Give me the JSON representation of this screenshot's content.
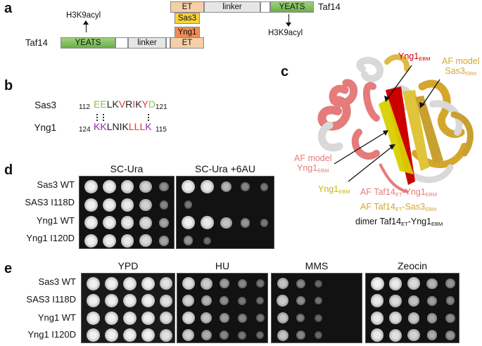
{
  "panels": {
    "a": "a",
    "b": "b",
    "c": "c",
    "d": "d",
    "e": "e"
  },
  "panel_a": {
    "top": {
      "et": "ET",
      "linker": "linker",
      "yeats": "YEATS",
      "name": "Taf14",
      "sas3": "Sas3",
      "yng1": "Yng1",
      "mod": "H3K9acyl"
    },
    "bottom": {
      "name": "Taf14",
      "yeats": "YEATS",
      "linker": "linker",
      "et": "ET",
      "mod": "H3K9acyl"
    }
  },
  "panel_b": {
    "rows": [
      {
        "name": "Sas3",
        "start": "112",
        "end": "121",
        "residues": [
          {
            "r": "E",
            "c": "#8bc34a"
          },
          {
            "r": "E",
            "c": "#8bc34a"
          },
          {
            "r": "L",
            "c": "#222"
          },
          {
            "r": "K",
            "c": "#222"
          },
          {
            "r": "V",
            "c": "#e53935"
          },
          {
            "r": "R",
            "c": "#222"
          },
          {
            "r": "I",
            "c": "#e53935"
          },
          {
            "r": "K",
            "c": "#222"
          },
          {
            "r": "Y",
            "c": "#e53935"
          },
          {
            "r": "D",
            "c": "#8bc34a"
          }
        ]
      },
      {
        "name": "Yng1",
        "start": "124",
        "end": "115",
        "residues": [
          {
            "r": "K",
            "c": "#9c27b0"
          },
          {
            "r": "K",
            "c": "#9c27b0"
          },
          {
            "r": "L",
            "c": "#222"
          },
          {
            "r": "N",
            "c": "#222"
          },
          {
            "r": "I",
            "c": "#222"
          },
          {
            "r": "K",
            "c": "#222"
          },
          {
            "r": "L",
            "c": "#e53935"
          },
          {
            "r": "L",
            "c": "#e53935"
          },
          {
            "r": "L",
            "c": "#e53935"
          },
          {
            "r": "K",
            "c": "#9c27b0"
          }
        ]
      }
    ]
  },
  "panel_c": {
    "labels": {
      "yng1_ebm_top": "Yng1",
      "ebm": "EBM",
      "af_model_right": "AF model",
      "sas3_ebm": "Sas3",
      "af_model_left": "AF model",
      "yng1_ebm_left": "Yng1",
      "yng1_ebm_bottom": "Yng1",
      "legend1_a": "AF Taf14",
      "et": "ET",
      "legend1_b": "-Yng1",
      "legend2_a": "AF Taf14",
      "legend2_b": "-Sas3",
      "legend3_a": "dimer Taf14",
      "legend3_b": "-Yng1"
    },
    "colors": {
      "salmon": "#e57b7b",
      "gold": "#d4a72c",
      "red": "#cc0000",
      "yellow": "#d8d000"
    }
  },
  "panel_d": {
    "headers": [
      "SC-Ura",
      "SC-Ura +6AU"
    ],
    "rows": [
      "Sas3 WT",
      "SAS3 I118D",
      "Yng1 WT",
      "Yng1 I120D"
    ]
  },
  "panel_e": {
    "headers": [
      "YPD",
      "HU",
      "MMS",
      "Zeocin"
    ],
    "rows": [
      "Sas3 WT",
      "SAS3 I118D",
      "Yng1 WT",
      "Yng1 I120D"
    ]
  }
}
